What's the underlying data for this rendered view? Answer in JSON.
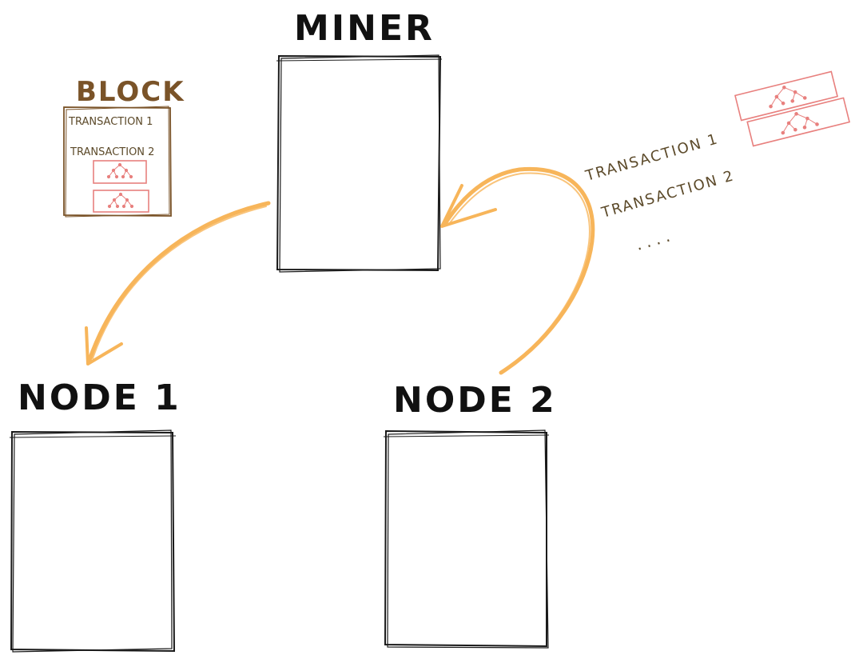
{
  "miner": {
    "label": "MINER"
  },
  "node1": {
    "label": "NODE 1"
  },
  "node2": {
    "label": "NODE 2"
  },
  "block": {
    "title": "BLOCK",
    "transactions": [
      "TRANSACTION 1",
      "TRANSACTION 2"
    ]
  },
  "pending": {
    "transactions": [
      "TRANSACTION 1",
      "TRANSACTION 2"
    ],
    "more": "...."
  },
  "colors": {
    "box_stroke": "#1a1a1a",
    "block_stroke": "#7a5328",
    "tx_stroke": "#e8807e",
    "arrow": "#f7b55a",
    "label_brown": "#5c4a2a"
  }
}
